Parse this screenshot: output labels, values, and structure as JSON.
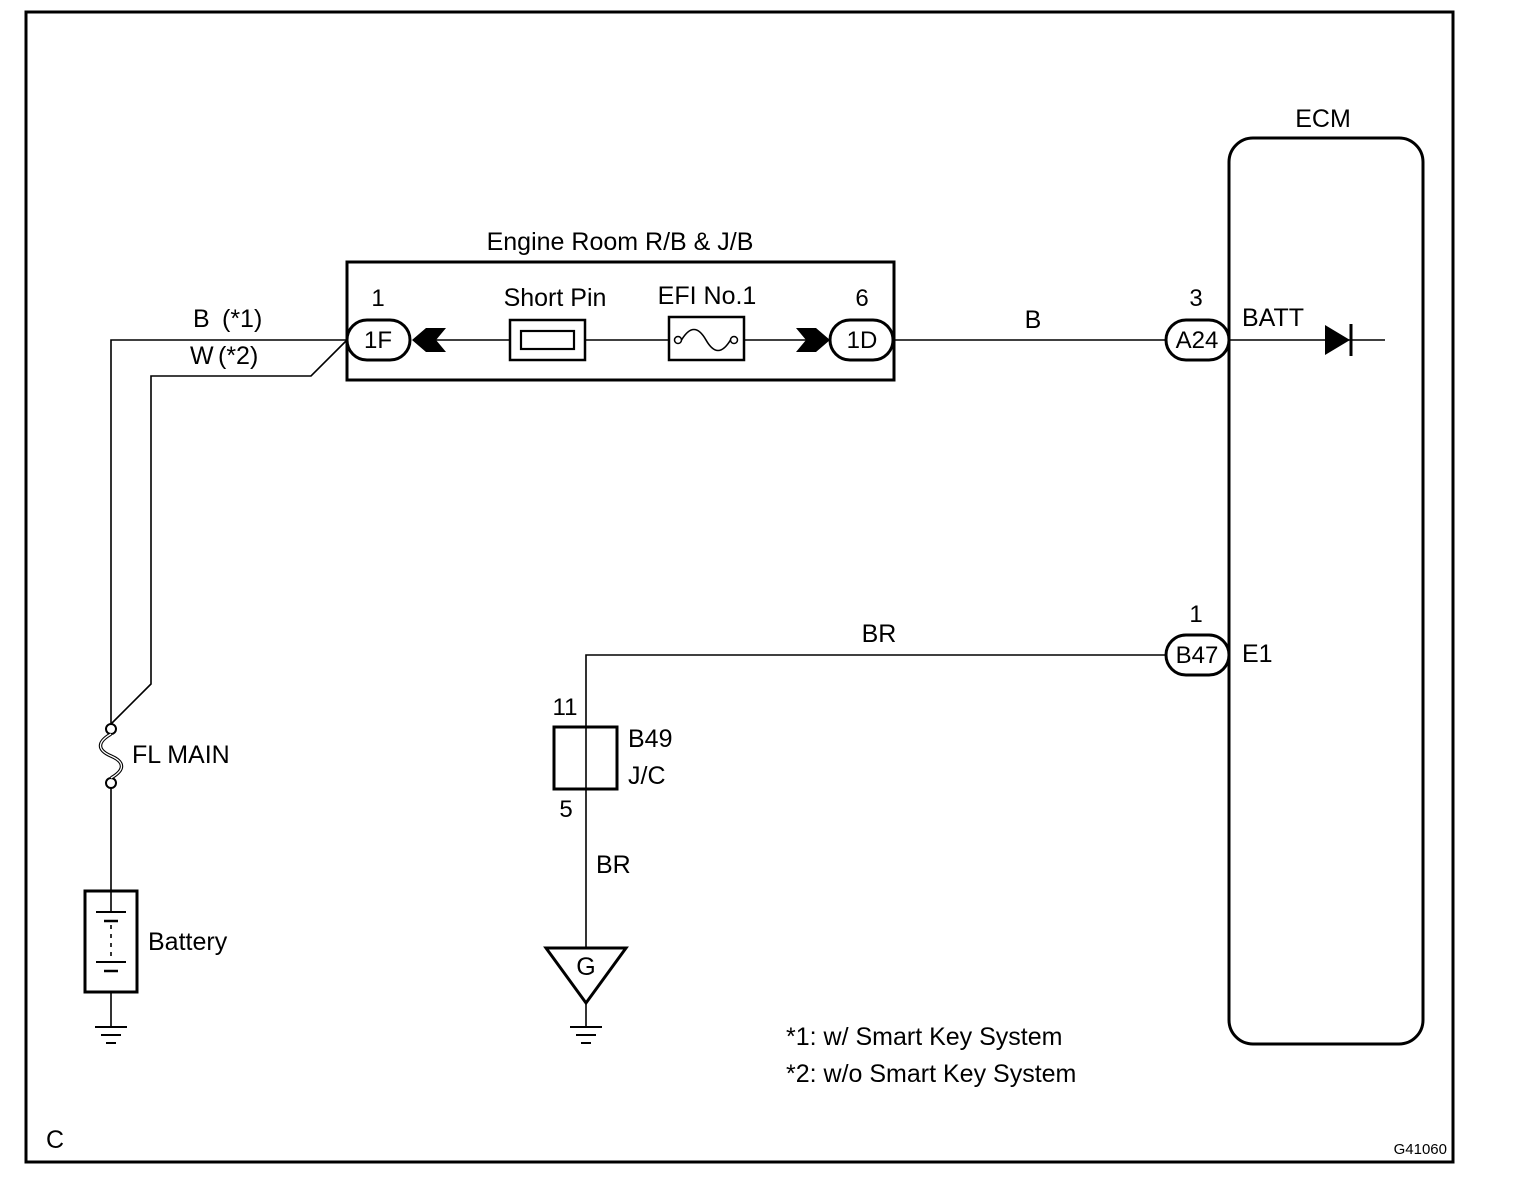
{
  "corner_label": "C",
  "figure_code": "G41060",
  "relay_block": {
    "title": "Engine Room R/B & J/B",
    "short_pin": "Short Pin",
    "fuse": "EFI No.1",
    "left_connector": "1F",
    "left_pin": "1",
    "right_connector": "1D",
    "right_pin": "6"
  },
  "ecm": {
    "title": "ECM",
    "batt_connector": "A24",
    "batt_pin": "3",
    "batt_terminal": "BATT",
    "e1_connector": "B47",
    "e1_pin": "1",
    "e1_terminal": "E1"
  },
  "wires": {
    "b_smart": "B",
    "b_smart_note": "(*1)",
    "w_nosmart": "W",
    "w_nosmart_note": "(*2)",
    "ecm_batt": "B",
    "ground_top": "BR",
    "ground_bottom": "BR"
  },
  "fusible_link": "FL MAIN",
  "battery": "Battery",
  "junction": {
    "id": "B49",
    "type": "J/C",
    "pin_top": "11",
    "pin_bottom": "5"
  },
  "ground_symbol": "G",
  "notes": [
    "*1: w/ Smart Key System",
    "*2: w/o Smart Key System"
  ]
}
